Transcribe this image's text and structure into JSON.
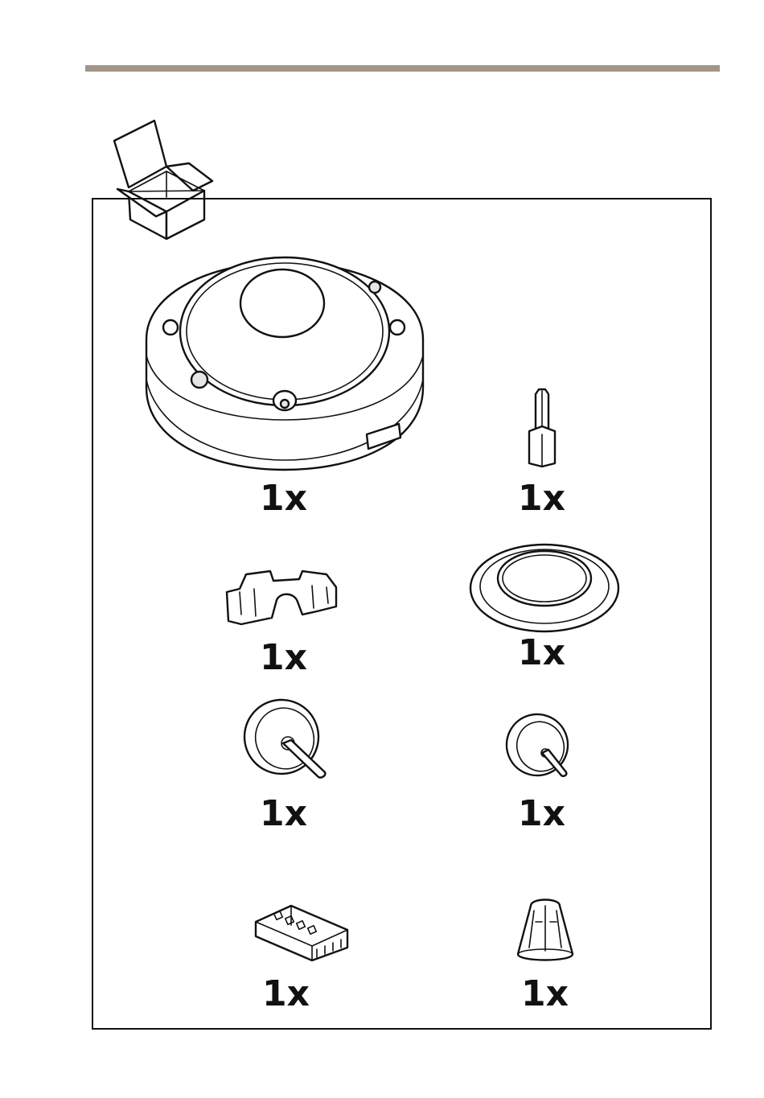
{
  "colors": {
    "rule": "#a39587",
    "line": "#111111"
  },
  "package_contents": {
    "icon": "open-box-icon",
    "items": [
      {
        "icon": "dome-camera-icon",
        "quantity": "1x"
      },
      {
        "icon": "torx-bit-icon",
        "quantity": "1x"
      },
      {
        "icon": "cable-clip-icon",
        "quantity": "1x"
      },
      {
        "icon": "gasket-ring-icon",
        "quantity": "1x"
      },
      {
        "icon": "cable-gasket-large-icon",
        "quantity": "1x"
      },
      {
        "icon": "cable-gasket-small-icon",
        "quantity": "1x"
      },
      {
        "icon": "terminal-block-connector-icon",
        "quantity": "1x"
      },
      {
        "icon": "bit-holder-icon",
        "quantity": "1x"
      }
    ]
  }
}
